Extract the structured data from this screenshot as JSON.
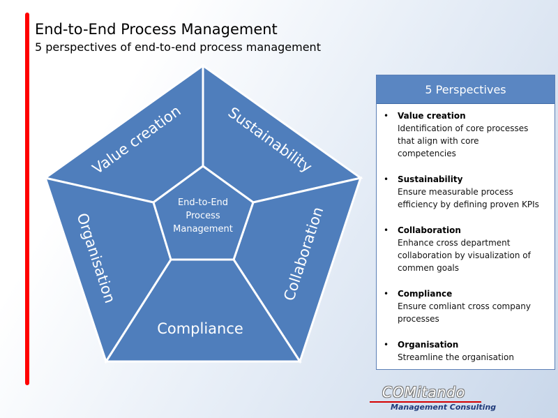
{
  "header": {
    "title": "End-to-End  Process Management",
    "subtitle": "5 perspectives of end-to-end process management"
  },
  "diagram": {
    "segments": {
      "value_creation": "Value creation",
      "sustainability": "Sustainability",
      "collaboration": "Collaboration",
      "compliance": "Compliance",
      "organisation": "Organisation"
    },
    "center": [
      "End-to-End",
      "Process",
      "Management"
    ]
  },
  "panel": {
    "header": "5 Perspectives",
    "items": [
      {
        "title": "Value creation",
        "lines": [
          "Identification of core processes",
          "that  align with core",
          "competencies"
        ]
      },
      {
        "title": "Sustainability",
        "lines": [
          "Ensure measurable process",
          "efficiency by defining proven KPIs"
        ]
      },
      {
        "title": "Collaboration",
        "lines": [
          "Enhance cross department",
          "collaboration  by visualization of",
          "commen goals"
        ]
      },
      {
        "title": "Compliance",
        "lines": [
          "Ensure comliant  cross company",
          "processes"
        ]
      },
      {
        "title": "Organisation",
        "lines": [
          "Streamline the organisation"
        ]
      }
    ]
  },
  "logo": {
    "brand": "COMitando",
    "tagline": "Management Consulting"
  },
  "colors": {
    "segment_fill": "#4f7ebc",
    "accent_bar": "#ff0000",
    "panel_header": "#5a86c2"
  }
}
